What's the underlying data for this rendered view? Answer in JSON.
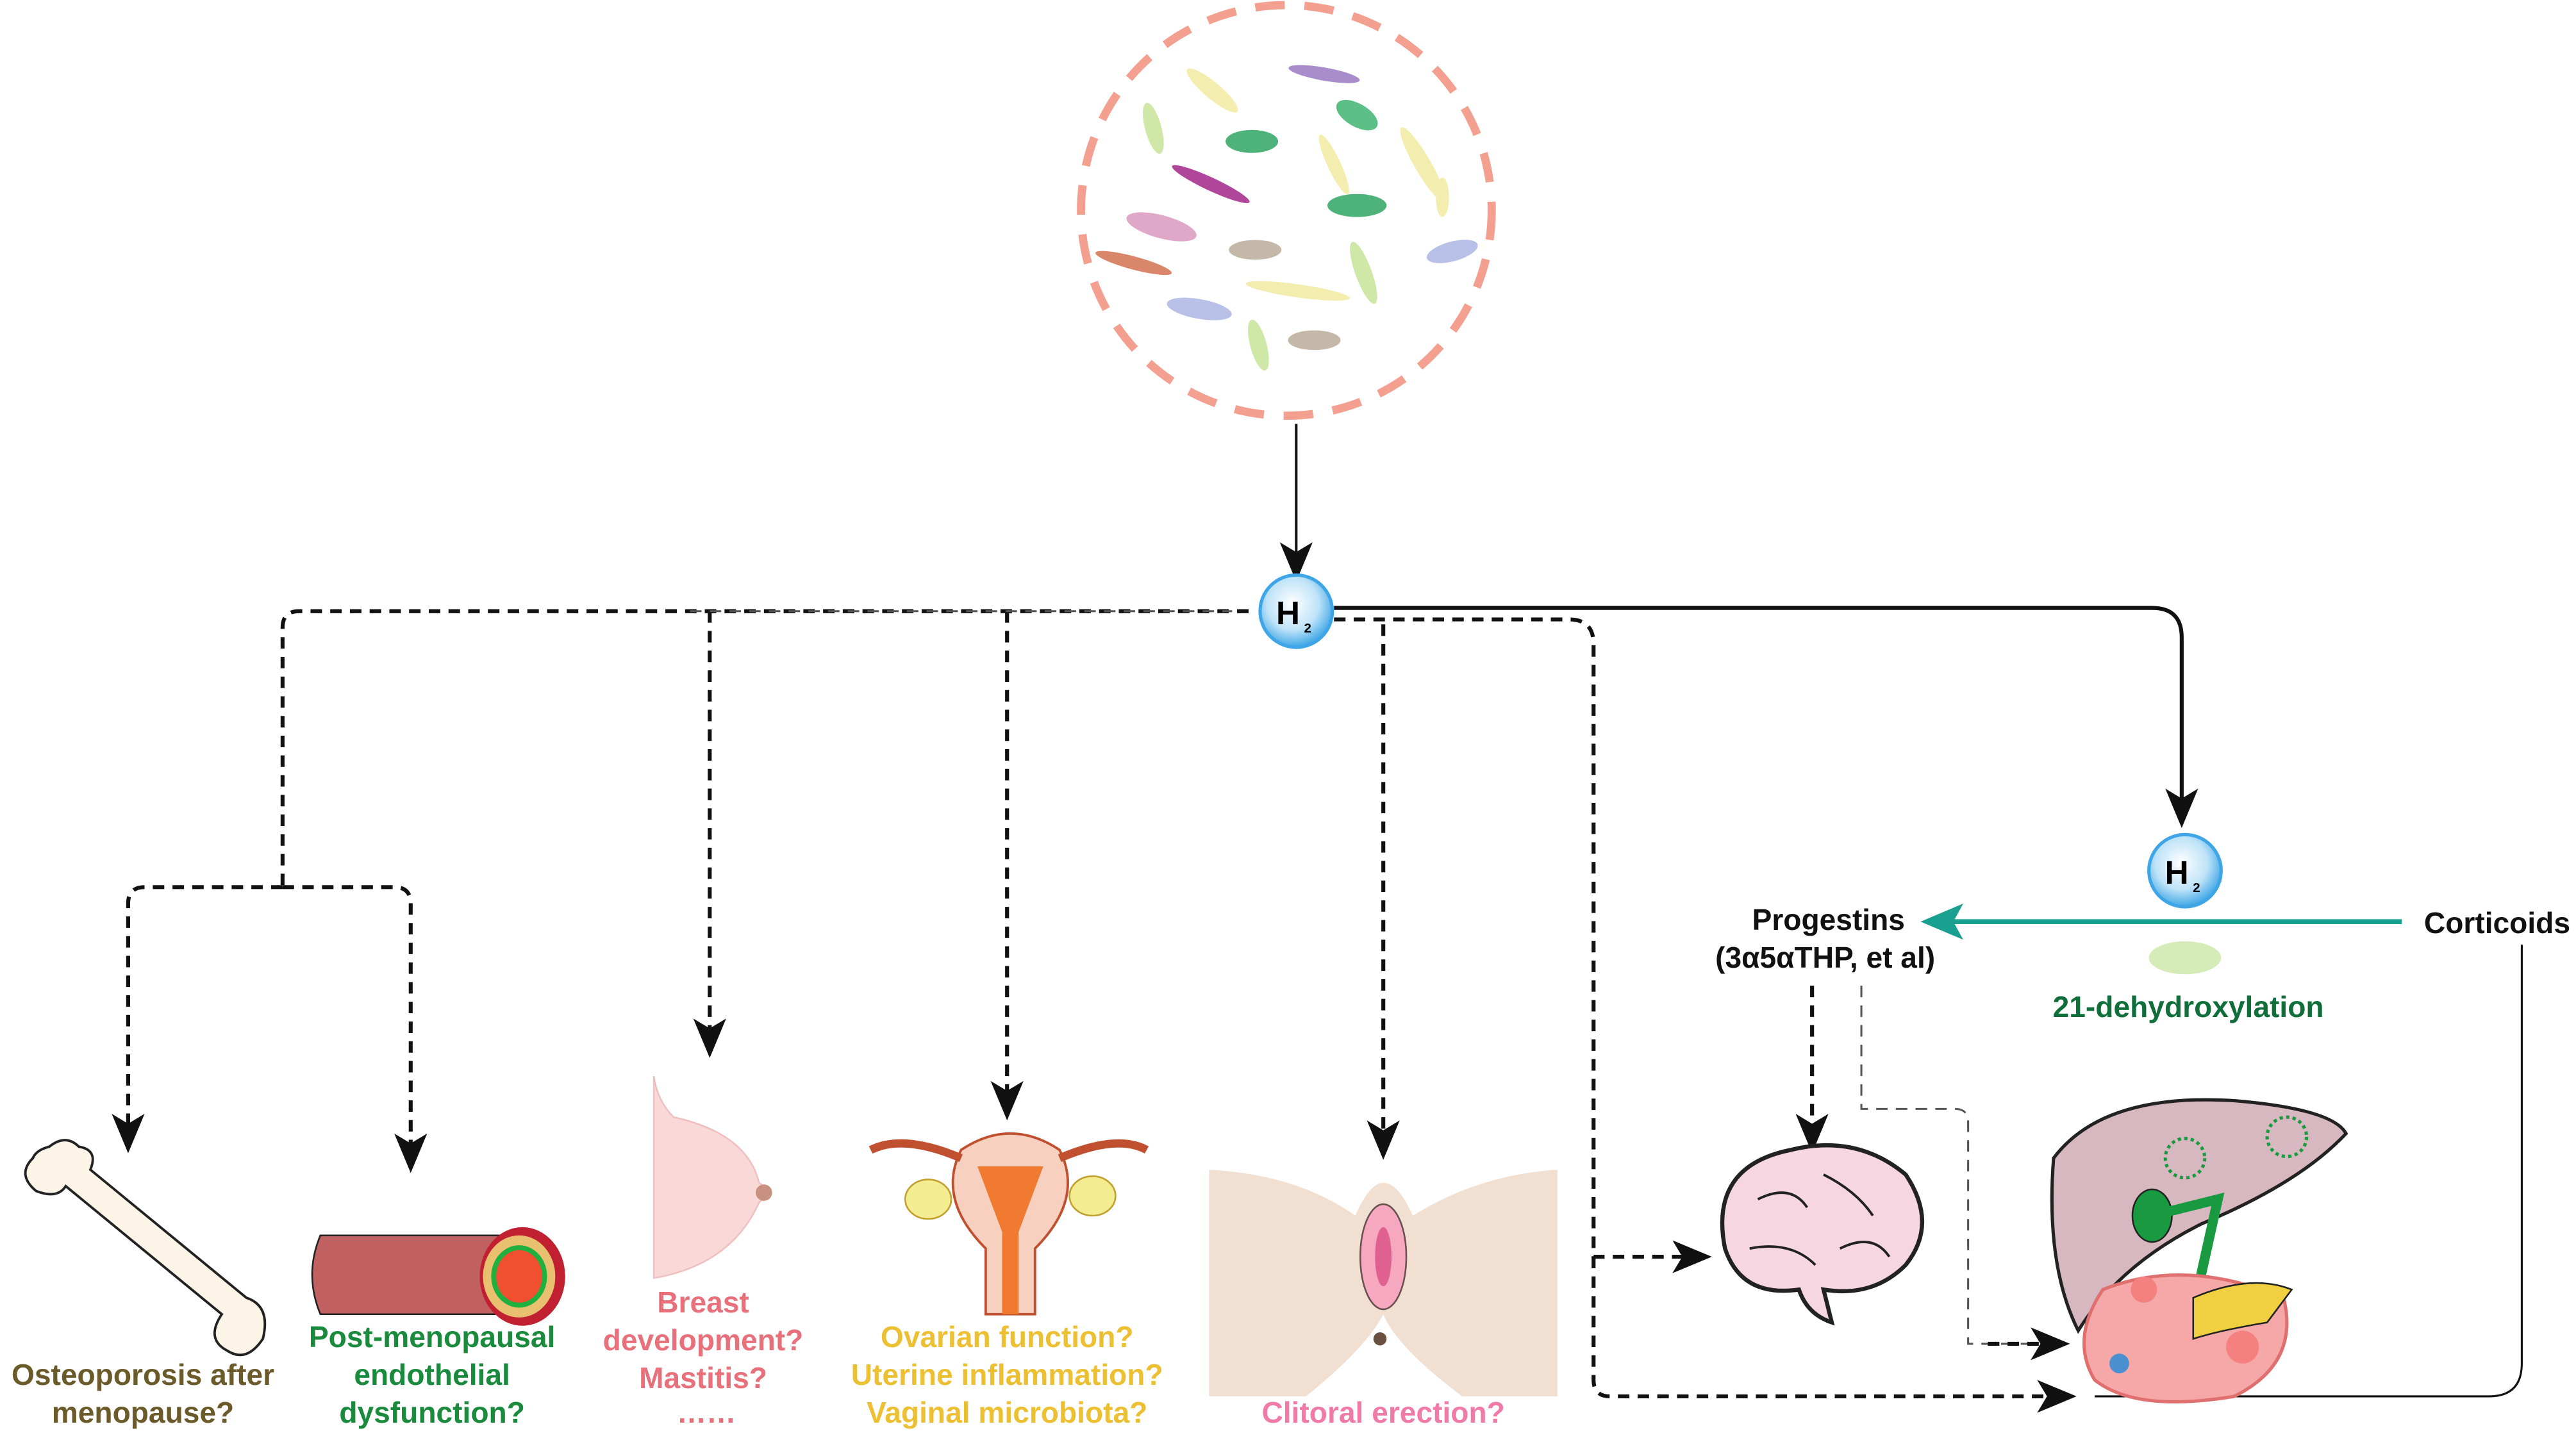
{
  "h2_label": {
    "main": "H",
    "sub": "2"
  },
  "nodes": {
    "progestins": [
      "Progestins",
      "(3α5αTHP, et al)"
    ],
    "corticoids": "Corticoids",
    "reaction": "21-dehydroxylation"
  },
  "outcomes": [
    {
      "lines": [
        "Osteoporosis after",
        "menopause?"
      ],
      "color": "#6b5a2a"
    },
    {
      "lines": [
        "Post-menopausal",
        "endothelial",
        "dysfunction?"
      ],
      "color": "#1a8a3c"
    },
    {
      "lines": [
        "Breast",
        "development?",
        "Mastitis?",
        "……"
      ],
      "color": "#e8707a"
    },
    {
      "lines": [
        "Ovarian function?",
        "Uterine inflammation?",
        "Vaginal microbiota?"
      ],
      "color": "#ecc032"
    },
    {
      "lines": [
        "Clitoral erection?"
      ],
      "color": "#f07aa8"
    }
  ],
  "colors": {
    "teal_arrow": "#1aa090",
    "reaction_text": "#0f6e3a",
    "microbe_ring": "#f4a090",
    "h2_fill": "#7cc8ef"
  }
}
